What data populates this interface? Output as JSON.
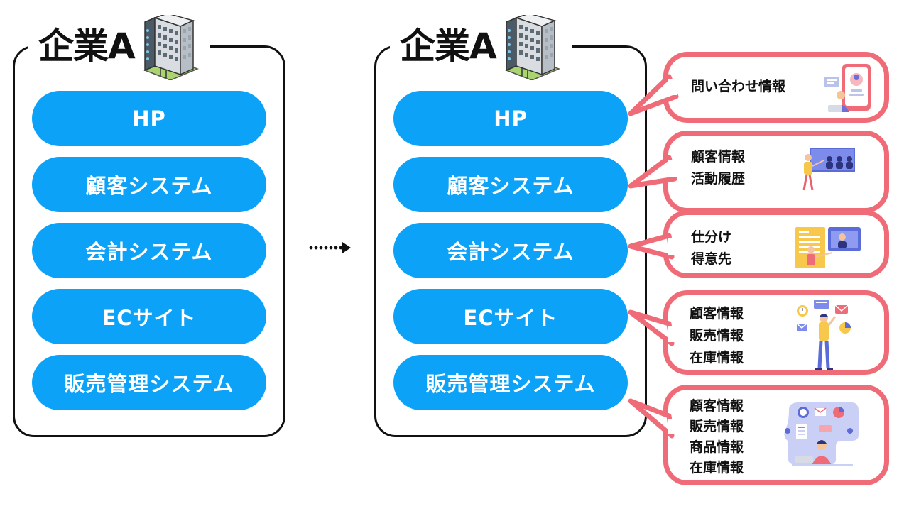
{
  "left_panel": {
    "company_name": "企業A",
    "systems": [
      "HP",
      "顧客システム",
      "会計システム",
      "ECサイト",
      "販売管理システム"
    ]
  },
  "right_panel": {
    "company_name": "企業A",
    "systems": [
      "HP",
      "顧客システム",
      "会計システム",
      "ECサイト",
      "販売管理システム"
    ]
  },
  "bubbles": [
    {
      "lines": [
        "問い合わせ情報"
      ],
      "illustration": "contact-form-illustration"
    },
    {
      "lines": [
        "顧客情報",
        "活動履歴"
      ],
      "illustration": "presentation-illustration"
    },
    {
      "lines": [
        "仕分け",
        "得意先"
      ],
      "illustration": "accounting-illustration"
    },
    {
      "lines": [
        "顧客情報",
        "販売情報",
        "在庫情報"
      ],
      "illustration": "ec-business-illustration"
    },
    {
      "lines": [
        "顧客情報",
        "販売情報",
        "商品情報",
        "在庫情報"
      ],
      "illustration": "sales-management-illustration"
    }
  ],
  "colors": {
    "system_button": "#0ba2f7",
    "bubble_border": "#f06b78",
    "box_border": "#111111"
  },
  "icons": {
    "building": "office-building-icon",
    "arrow": "dotted-arrow-right-icon"
  }
}
